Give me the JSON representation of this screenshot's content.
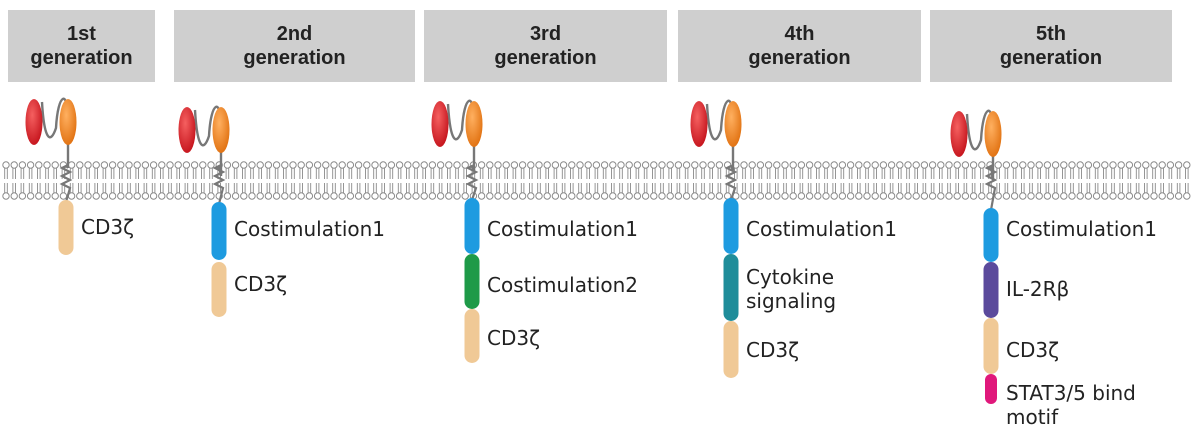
{
  "colors": {
    "header_bg": "#cfcfcf",
    "scfv_light_chain": "#dd1f2a",
    "scfv_heavy_chain": "#ef7d1a",
    "hinge": "#777777",
    "membrane": "#8a8a8a",
    "cd3z": "#f0c996",
    "costimulation1": "#1e9be0",
    "costimulation2": "#1e9a48",
    "cytokine_signaling": "#1f8d9a",
    "il2rb": "#5b4a9c",
    "stat_motif": "#e0187b"
  },
  "generations": [
    {
      "title": "1st\ngeneration",
      "domains": [
        {
          "label": "CD3ζ",
          "color_key": "cd3z"
        }
      ]
    },
    {
      "title": "2nd\ngeneration",
      "domains": [
        {
          "label": "Costimulation1",
          "color_key": "costimulation1"
        },
        {
          "label": "CD3ζ",
          "color_key": "cd3z"
        }
      ]
    },
    {
      "title": "3rd\ngeneration",
      "domains": [
        {
          "label": "Costimulation1",
          "color_key": "costimulation1"
        },
        {
          "label": "Costimulation2",
          "color_key": "costimulation2"
        },
        {
          "label": "CD3ζ",
          "color_key": "cd3z"
        }
      ]
    },
    {
      "title": "4th\ngeneration",
      "domains": [
        {
          "label": "Costimulation1",
          "color_key": "costimulation1"
        },
        {
          "label": "Cytokine\nsignaling",
          "color_key": "cytokine_signaling"
        },
        {
          "label": "CD3ζ",
          "color_key": "cd3z"
        }
      ]
    },
    {
      "title": "5th\ngeneration",
      "domains": [
        {
          "label": "Costimulation1",
          "color_key": "costimulation1"
        },
        {
          "label": "IL-2Rβ",
          "color_key": "il2rb"
        },
        {
          "label": "CD3ζ",
          "color_key": "cd3z"
        },
        {
          "label": "STAT3/5 bind\nmotif",
          "color_key": "stat_motif"
        }
      ]
    }
  ]
}
